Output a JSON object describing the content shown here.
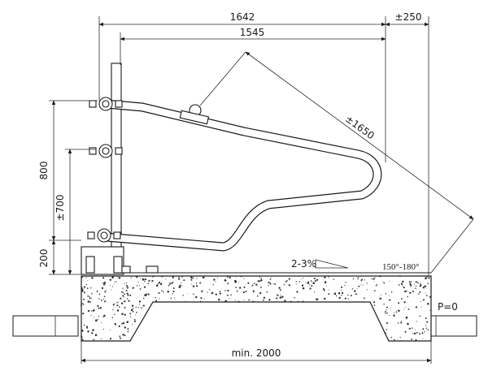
{
  "dimensions": {
    "overall_length": "1642",
    "rail_length": "1545",
    "top_offset": "±250",
    "diagonal": "±1650",
    "height_800": "800",
    "height_700": "±700",
    "height_200": "200",
    "min_width": "min. 2000"
  },
  "annotations": {
    "slope": "2-3%",
    "angle_range": "150°-180°",
    "pressure": "P=0"
  }
}
